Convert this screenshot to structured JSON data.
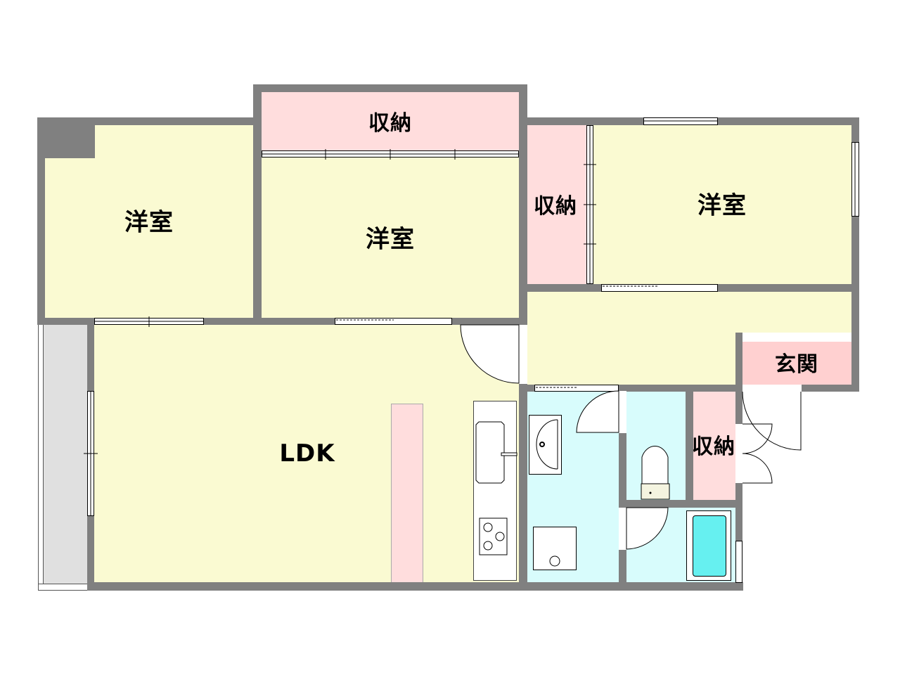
{
  "floor_plan": {
    "type": "apartment_floor_plan",
    "layout": "3LDK",
    "rooms": [
      {
        "id": "western-room-1",
        "label": "洋室",
        "color": "#fafad2"
      },
      {
        "id": "western-room-2",
        "label": "洋室",
        "color": "#fafad2"
      },
      {
        "id": "western-room-3",
        "label": "洋室",
        "color": "#fafad2"
      },
      {
        "id": "storage-top",
        "label": "収納",
        "color": "#ffdddd"
      },
      {
        "id": "storage-middle",
        "label": "収納",
        "color": "#ffdddd"
      },
      {
        "id": "storage-bottom",
        "label": "収納",
        "color": "#ffdddd"
      },
      {
        "id": "entrance",
        "label": "玄関",
        "color": "#ffd0d0"
      },
      {
        "id": "ldk",
        "label": "LDK",
        "color": "#fafad2"
      },
      {
        "id": "hallway",
        "label": "",
        "color": "#fafad2"
      },
      {
        "id": "washroom",
        "label": "",
        "color": "#d8fcfc"
      },
      {
        "id": "toilet",
        "label": "",
        "color": "#d8fcfc"
      },
      {
        "id": "bathroom",
        "label": "",
        "color": "#d8fcfc"
      },
      {
        "id": "balcony",
        "label": "",
        "color": "#e0e0e0"
      }
    ],
    "labels": {
      "room_left": "洋室",
      "room_center": "洋室",
      "room_right": "洋室",
      "storage_top": "収納",
      "storage_mid": "収納",
      "storage_bottom": "収納",
      "entrance": "玄関",
      "ldk": "LDK"
    },
    "colors": {
      "wall": "#808080",
      "room": "#fafad2",
      "storage": "#ffdddd",
      "entrance": "#ffd0d0",
      "wet_area": "#d8fcfc",
      "balcony": "#e0e0e0",
      "bathtub": "#66f0f0"
    },
    "fixtures": [
      "kitchen-sink",
      "stove-3-burner",
      "kitchen-counter",
      "wash-basin",
      "washing-machine-pan",
      "toilet",
      "bathtub"
    ]
  }
}
